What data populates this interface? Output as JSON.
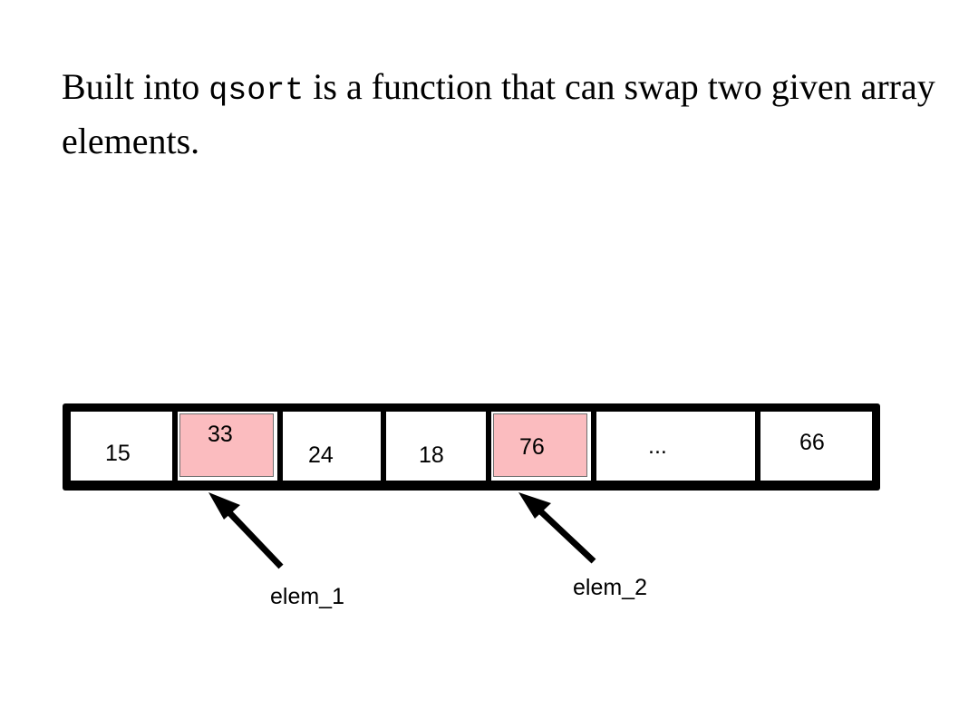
{
  "caption": {
    "before": "Built into ",
    "code": "qsort",
    "after": " is a function that can swap two given array elements."
  },
  "array": {
    "cells": [
      "15",
      "33",
      "24",
      "18",
      "76",
      "...",
      "66"
    ],
    "highlighted_indices": [
      1,
      4
    ],
    "highlight_color": "#fbbcbf"
  },
  "pointers": [
    {
      "label": "elem_1",
      "target_index": 1
    },
    {
      "label": "elem_2",
      "target_index": 4
    }
  ]
}
